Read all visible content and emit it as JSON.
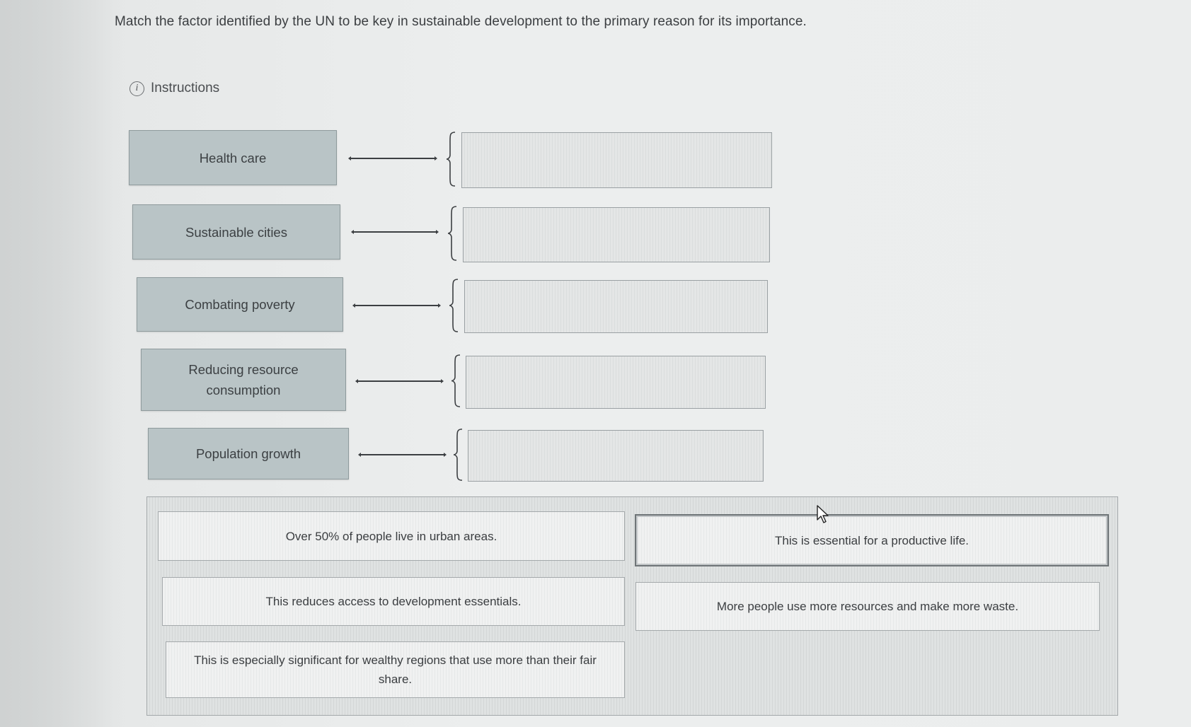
{
  "question": "Match the factor identified by the UN to be key in sustainable development to the primary reason for its importance.",
  "instructions_label": "Instructions",
  "icons": {
    "info": "info-icon",
    "cursor": "arrow-cursor-icon"
  },
  "factors": [
    {
      "label": "Health care"
    },
    {
      "label": "Sustainable cities"
    },
    {
      "label": "Combating poverty"
    },
    {
      "label": "Reducing resource consumption"
    },
    {
      "label": "Population growth"
    }
  ],
  "answers": [
    {
      "text": "Over 50% of people live in urban areas."
    },
    {
      "text": "This is essential for a productive life."
    },
    {
      "text": "This reduces access to development essentials."
    },
    {
      "text": "More people use more resources and make more waste."
    },
    {
      "text": "This is especially significant for wealthy regions that use more than their fair share."
    }
  ],
  "colors": {
    "factor_bg": "#b9c4c6",
    "background": "#eceeee",
    "text": "#3b3e41"
  }
}
